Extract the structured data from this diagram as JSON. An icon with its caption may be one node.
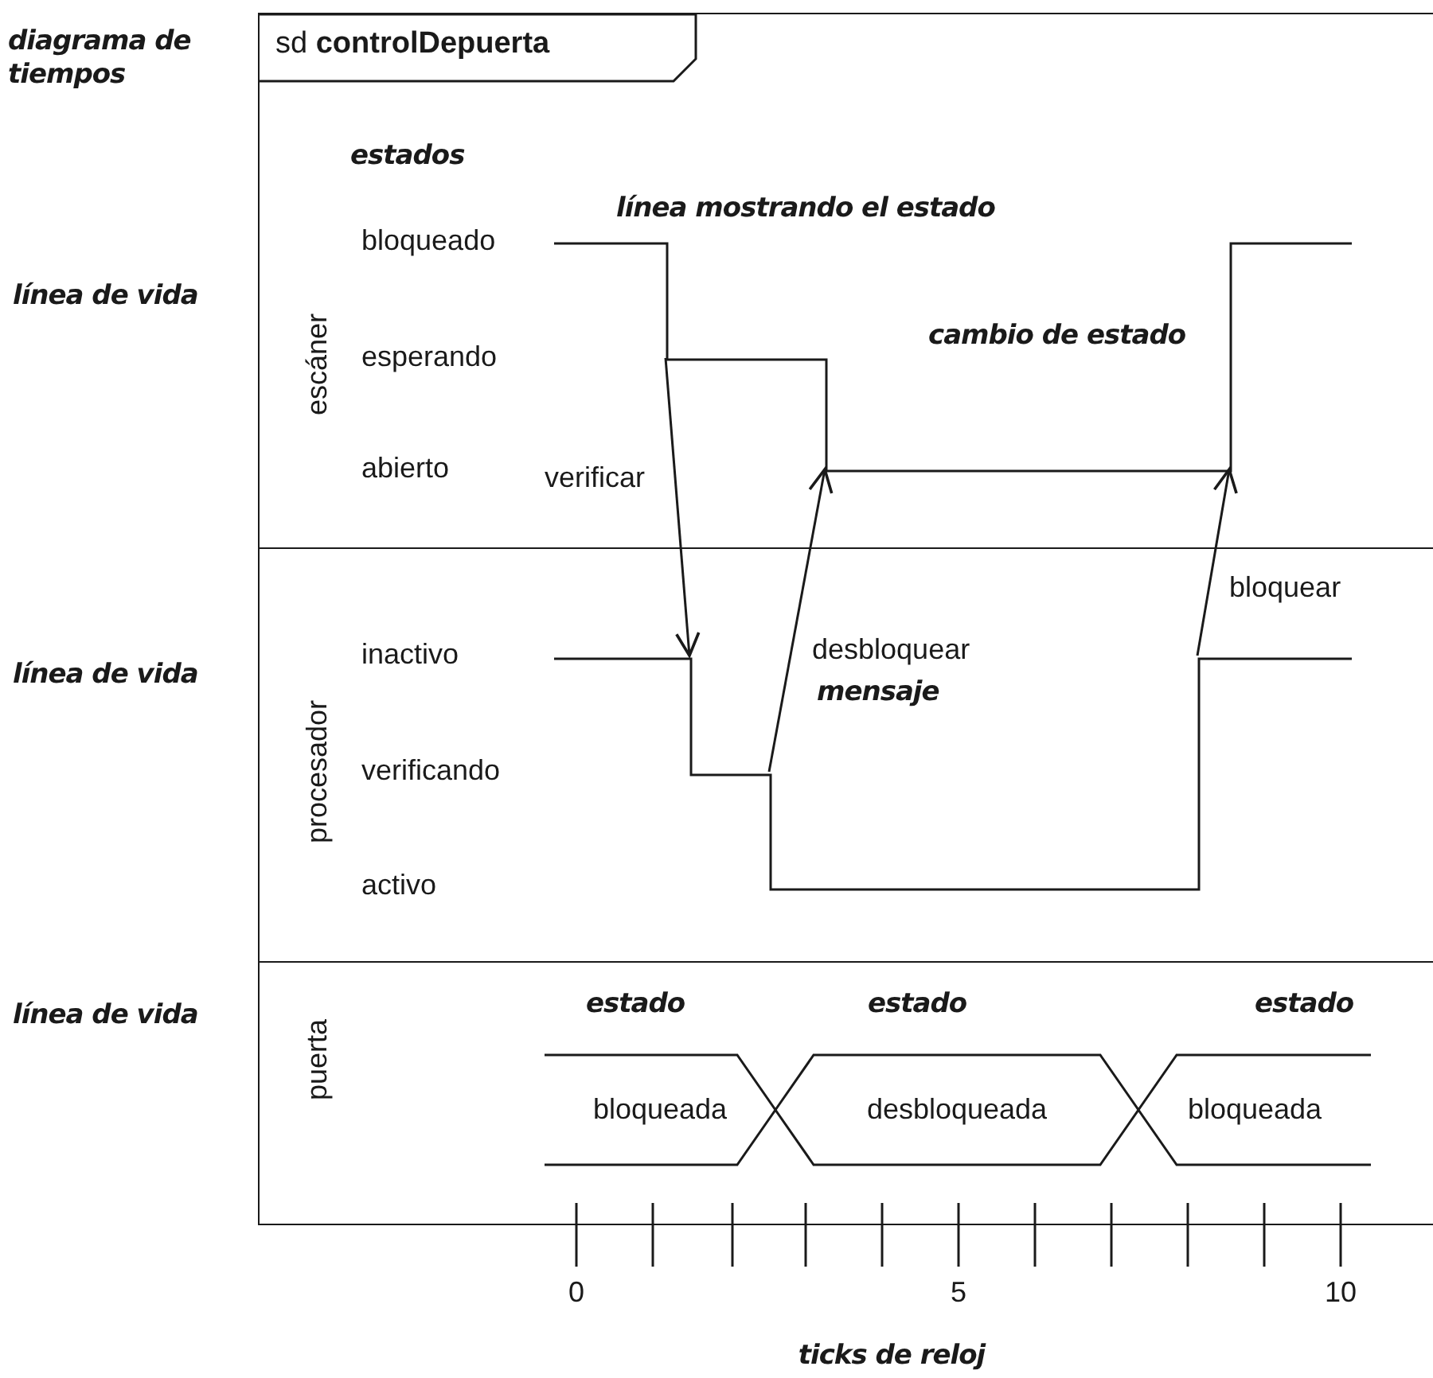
{
  "diagram": {
    "nodes": [
      {
        "text": [
          "sd **controlDepuerta**"
        ]
      },
      {
        "text": [
          "escáner"
        ],
        "in": 0
      },
      {
        "text": [
          "procesador"
        ],
        "in": 0
      },
      {
        "text": [
          "puerta"
        ],
        "in": 0
      },
      {
        "text": [
          "bloqueada"
        ],
        "in": 3
      },
      {
        "text": [
          "desbloqueada"
        ],
        "in": 3
      },
      {
        "text": [
          "bloqueada"
        ],
        "in": 3
      }
    ],
    "edges": [
      {
        "from": 1,
        "to": 2,
        "arrow": "to",
        "label": "verificar"
      },
      {
        "from": 2,
        "to": 1,
        "arrow": "to",
        "label": "desbloquear"
      },
      {
        "from": 2,
        "to": 1,
        "arrow": "to",
        "label": "bloquear"
      }
    ],
    "labels": [
      "diagrama de tiempos",
      "estados",
      "línea mostrando el estado",
      "bloqueado",
      "línea de vida",
      "cambio de estado",
      "esperando",
      "abierto",
      "inactivo",
      "línea de vida",
      "mensaje",
      "verificando",
      "activo",
      "línea de vida",
      "estado",
      "estado",
      "estado",
      "0",
      "5",
      "10",
      "ticks de reloj"
    ]
  }
}
